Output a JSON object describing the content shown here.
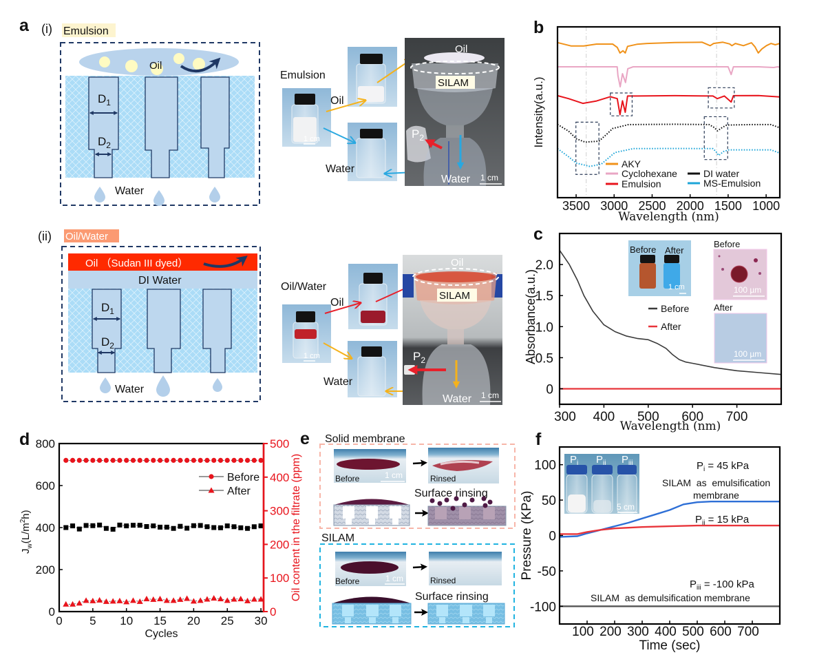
{
  "colors": {
    "navy": "#1f3864",
    "membrane_blue": "#abdcf7",
    "pore_fill": "#bdd7ee",
    "oil_yellow": "#fffbc2",
    "emulsion_tag": "#fdf4cf",
    "oilwater_tag": "#fb9a72",
    "sudan_red": "#ff2a00",
    "arrow_orange": "#f5b21b",
    "arrow_blue": "#29a8e0",
    "arrow_red": "#e8202a",
    "solid_box": "#f7b5a8",
    "silam_box": "#1fb3e0"
  },
  "panels": {
    "a": {
      "label": "a",
      "i": {
        "label": "(i)",
        "tag": "Emulsion",
        "diagram": {
          "oil": "Oil",
          "d_symbol": "D",
          "d1_sub": "1",
          "d2_sub": "2",
          "water": "Water"
        },
        "photos": {
          "feed": "Emulsion",
          "oil": "Oil",
          "water": "Water",
          "scale_bar": "1 cm",
          "setup": {
            "oil": "Oil",
            "membrane": "SILAM",
            "pressure_symbol": "P",
            "pressure_sub": "2",
            "water": "Water",
            "scale_bar": "1 cm"
          }
        }
      },
      "ii": {
        "label": "(ii)",
        "tag": "Oil/Water",
        "diagram": {
          "oil": "Oil （Sudan III dyed）",
          "di_water": "DI Water",
          "d_symbol": "D",
          "d1_sub": "1",
          "d2_sub": "2",
          "water": "Water"
        },
        "photos": {
          "feed": "Oil/Water",
          "oil": "Oil",
          "water": "Water",
          "scale_bar": "1 cm",
          "setup": {
            "oil": "Oil",
            "membrane": "SILAM",
            "pressure_symbol": "P",
            "pressure_sub": "2",
            "water": "Water",
            "scale_bar": "1 cm"
          }
        }
      }
    },
    "c_insets": {
      "vials": {
        "before": "Before",
        "after": "After",
        "scale_bar": "1 cm"
      },
      "micrograph_before": {
        "label": "Before",
        "scale_bar": "100 µm"
      },
      "micrograph_after": {
        "label": "After",
        "scale_bar": "100 µm"
      }
    },
    "e": {
      "label": "e",
      "solid": {
        "title": "Solid membrane",
        "before": "Before",
        "rinsed": "Rinsed",
        "scale_bar": "1 cm",
        "process": "Surface rinsing"
      },
      "silam": {
        "title": "SILAM",
        "before": "Before",
        "rinsed": "Rinsed",
        "scale_bar": "1 cm",
        "process": "Surface rinsing"
      }
    },
    "f_inset": {
      "symbol": "P",
      "subs": [
        "i",
        "ii",
        "iii"
      ],
      "scale_bar": "5 cm"
    }
  },
  "chart_data": [
    {
      "panel_label": "b",
      "type": "line",
      "title": "",
      "xlabel": "Wavelength (nm)",
      "ylabel": "Intensity(a.u.)",
      "xlim": [
        3745,
        820
      ],
      "ylim": [
        0,
        10
      ],
      "x_reversed": true,
      "xticks": [
        3500,
        3000,
        2500,
        2000,
        1500,
        1000
      ],
      "yticks": [],
      "grid": false,
      "reference_lines_x": [
        3367,
        1652
      ],
      "legend": {
        "position": "bottom-center",
        "columns": 2
      },
      "series": [
        {
          "name": "AKY",
          "color": "#f0921a",
          "style": "solid",
          "points": [
            [
              3745,
              9.08
            ],
            [
              3563,
              8.88
            ],
            [
              3400,
              8.88
            ],
            [
              3231,
              8.99
            ],
            [
              3020,
              8.99
            ],
            [
              2959,
              8.8
            ],
            [
              2923,
              8.47
            ],
            [
              2884,
              8.6
            ],
            [
              2854,
              8.47
            ],
            [
              2823,
              8.86
            ],
            [
              2700,
              8.98
            ],
            [
              2567,
              9.03
            ],
            [
              2200,
              9.08
            ],
            [
              1842,
              9.1
            ],
            [
              1736,
              8.9
            ],
            [
              1691,
              9.03
            ],
            [
              1570,
              9.1
            ],
            [
              1480,
              9.0
            ],
            [
              1450,
              8.9
            ],
            [
              1405,
              9.03
            ],
            [
              1299,
              8.9
            ],
            [
              1193,
              9.07
            ],
            [
              1148,
              8.84
            ],
            [
              1103,
              8.47
            ],
            [
              1057,
              8.7
            ],
            [
              997,
              8.9
            ],
            [
              937,
              9.03
            ],
            [
              880,
              8.95
            ],
            [
              820,
              9.03
            ]
          ]
        },
        {
          "name": "Cyclohexane",
          "color": "#e9a6c4",
          "style": "solid",
          "points": [
            [
              3745,
              7.66
            ],
            [
              3300,
              7.66
            ],
            [
              2960,
              7.66
            ],
            [
              2950,
              7.14
            ],
            [
              2920,
              6.49
            ],
            [
              2890,
              7.26
            ],
            [
              2850,
              6.74
            ],
            [
              2820,
              7.55
            ],
            [
              2750,
              7.66
            ],
            [
              2000,
              7.66
            ],
            [
              1500,
              7.66
            ],
            [
              1460,
              7.21
            ],
            [
              1430,
              7.66
            ],
            [
              1100,
              7.66
            ],
            [
              900,
              7.62
            ],
            [
              850,
              7.66
            ],
            [
              820,
              7.64
            ]
          ]
        },
        {
          "name": "Emulsion",
          "color": "#e8141c",
          "style": "solid",
          "points": [
            [
              3745,
              5.97
            ],
            [
              3600,
              5.8
            ],
            [
              3412,
              5.52
            ],
            [
              3231,
              5.66
            ],
            [
              3050,
              5.91
            ],
            [
              2959,
              5.8
            ],
            [
              2923,
              4.86
            ],
            [
              2890,
              5.67
            ],
            [
              2854,
              5.0
            ],
            [
              2823,
              5.95
            ],
            [
              2700,
              5.95
            ],
            [
              2200,
              5.97
            ],
            [
              1700,
              5.95
            ],
            [
              1642,
              5.8
            ],
            [
              1550,
              5.95
            ],
            [
              1460,
              5.6
            ],
            [
              1430,
              5.97
            ],
            [
              1100,
              5.98
            ],
            [
              820,
              5.9
            ]
          ]
        },
        {
          "name": "DI water",
          "color": "#111111",
          "style": "dotted",
          "points": [
            [
              3745,
              4.29
            ],
            [
              3600,
              3.9
            ],
            [
              3500,
              3.45
            ],
            [
              3380,
              3.25
            ],
            [
              3200,
              3.31
            ],
            [
              3100,
              3.7
            ],
            [
              3020,
              4.05
            ],
            [
              2810,
              4.28
            ],
            [
              2200,
              4.3
            ],
            [
              1750,
              4.28
            ],
            [
              1680,
              4.1
            ],
            [
              1640,
              3.91
            ],
            [
              1580,
              4.1
            ],
            [
              1520,
              4.25
            ],
            [
              1200,
              4.28
            ],
            [
              937,
              4.28
            ],
            [
              820,
              4.09
            ]
          ]
        },
        {
          "name": "MS-Emulsion",
          "color": "#1ea5d8",
          "style": "dotted",
          "points": [
            [
              3745,
              2.87
            ],
            [
              3600,
              2.4
            ],
            [
              3500,
              2.03
            ],
            [
              3320,
              1.83
            ],
            [
              3170,
              1.96
            ],
            [
              2990,
              2.64
            ],
            [
              2750,
              2.87
            ],
            [
              2200,
              2.88
            ],
            [
              1700,
              2.87
            ],
            [
              1660,
              2.7
            ],
            [
              1625,
              2.47
            ],
            [
              1560,
              2.7
            ],
            [
              1490,
              2.8
            ],
            [
              1200,
              2.8
            ],
            [
              937,
              2.8
            ],
            [
              833,
              2.63
            ]
          ]
        }
      ],
      "highlight_boxes": [
        {
          "x": [
            3050,
            2763
          ],
          "y": [
            6.13,
            4.79
          ]
        },
        {
          "x": [
            1761,
            1419
          ],
          "y": [
            6.44,
            5.25
          ]
        },
        {
          "x": [
            3503,
            3200
          ],
          "y": [
            4.42,
            1.36
          ]
        },
        {
          "x": [
            1814,
            1506
          ],
          "y": [
            4.74,
            2.23
          ]
        }
      ]
    },
    {
      "panel_label": "c",
      "type": "line",
      "title": "",
      "xlabel": "Wavelength (nm)",
      "ylabel": "Absorbance(a.u.)",
      "xlim": [
        300,
        800
      ],
      "ylim": [
        -0.25,
        2.5
      ],
      "xticks": [
        300,
        400,
        500,
        600,
        700
      ],
      "yticks": [
        0,
        0.5,
        1.0,
        1.5,
        2.0
      ],
      "ytick_labels": [
        "0",
        "0.5",
        "1.0",
        "1.5",
        "2.0"
      ],
      "grid": false,
      "legend": {
        "position": "top-center"
      },
      "series": [
        {
          "name": "Before",
          "color": "#3a3a3a",
          "points": [
            [
              300,
              2.23
            ],
            [
              322,
              2.0
            ],
            [
              340,
              1.75
            ],
            [
              355,
              1.5
            ],
            [
              375,
              1.25
            ],
            [
              400,
              1.03
            ],
            [
              425,
              0.92
            ],
            [
              450,
              0.85
            ],
            [
              475,
              0.81
            ],
            [
              500,
              0.79
            ],
            [
              520,
              0.73
            ],
            [
              540,
              0.65
            ],
            [
              555,
              0.55
            ],
            [
              570,
              0.47
            ],
            [
              585,
              0.43
            ],
            [
              600,
              0.41
            ],
            [
              650,
              0.34
            ],
            [
              700,
              0.29
            ],
            [
              750,
              0.26
            ],
            [
              800,
              0.23
            ]
          ]
        },
        {
          "name": "After",
          "color": "#e8343a",
          "points": [
            [
              300,
              0
            ],
            [
              800,
              0
            ]
          ]
        }
      ]
    },
    {
      "panel_label": "d",
      "type": "scatter",
      "title": "",
      "xlabel": "Cycles",
      "ylabel": {
        "base": "J",
        "sub": "w",
        "unit_pre": "(L/m",
        "unit_sup": "2",
        "unit_post": "h)"
      },
      "ylabel_right": "Oil content in the filtrate (ppm)",
      "xlim": [
        0,
        30.4
      ],
      "ylim": [
        0,
        800
      ],
      "ylim_right": [
        0,
        500
      ],
      "xticks": [
        0,
        5,
        10,
        15,
        20,
        25,
        30
      ],
      "yticks": [
        0,
        200,
        400,
        600,
        800
      ],
      "yticks_right": [
        0,
        100,
        200,
        300,
        400,
        500
      ],
      "right_axis_color": "#e8141c",
      "legend": {
        "position": "top-right"
      },
      "x": [
        1,
        2,
        3,
        4,
        5,
        6,
        7,
        8,
        9,
        10,
        11,
        12,
        13,
        14,
        15,
        16,
        17,
        18,
        19,
        20,
        21,
        22,
        23,
        24,
        25,
        26,
        27,
        28,
        29,
        30
      ],
      "series": [
        {
          "name": "Jw",
          "axis": "left",
          "marker": "square",
          "color": "#000000",
          "values": [
            400,
            408,
            393,
            410,
            409,
            412,
            396,
            392,
            412,
            408,
            411,
            411,
            405,
            408,
            402,
            402,
            396,
            406,
            397,
            409,
            410,
            404,
            400,
            399,
            408,
            404,
            399,
            396,
            404,
            408
          ]
        },
        {
          "name": "Before",
          "axis": "right",
          "marker": "circle",
          "color": "#e8141c",
          "values": [
            450,
            450,
            450,
            450,
            450,
            450,
            450,
            450,
            450,
            450,
            450,
            450,
            450,
            450,
            450,
            450,
            450,
            450,
            450,
            450,
            450,
            450,
            450,
            450,
            450,
            450,
            450,
            450,
            450,
            450
          ]
        },
        {
          "name": "After",
          "axis": "right",
          "marker": "triangle",
          "color": "#e8141c",
          "values": [
            22,
            22,
            25,
            33,
            32,
            34,
            30,
            31,
            32,
            29,
            33,
            30,
            38,
            36,
            38,
            33,
            33,
            36,
            39,
            31,
            33,
            37,
            40,
            38,
            33,
            37,
            38,
            32,
            37,
            37
          ]
        }
      ]
    },
    {
      "panel_label": "f",
      "type": "line",
      "title": "",
      "xlabel": "Time (sec)",
      "ylabel": "Pressure (KPa)",
      "xlim": [
        0,
        800
      ],
      "ylim": [
        -125,
        125
      ],
      "xticks": [
        100,
        200,
        300,
        400,
        500,
        600,
        700
      ],
      "yticks": [
        100,
        50,
        0,
        -50,
        -100
      ],
      "grid": false,
      "series": [
        {
          "name": "Pi",
          "color": "#2e6fd6",
          "points": [
            [
              0,
              -2
            ],
            [
              65,
              -1
            ],
            [
              100,
              3
            ],
            [
              150,
              8
            ],
            [
              200,
              13
            ],
            [
              250,
              18
            ],
            [
              300,
              24
            ],
            [
              350,
              30
            ],
            [
              400,
              36
            ],
            [
              450,
              44
            ],
            [
              500,
              47
            ],
            [
              550,
              48
            ],
            [
              800,
              48
            ]
          ]
        },
        {
          "name": "Pii",
          "color": "#e8343a",
          "points": [
            [
              0,
              2
            ],
            [
              65,
              2
            ],
            [
              100,
              5
            ],
            [
              150,
              8
            ],
            [
              200,
              10
            ],
            [
              250,
              11
            ],
            [
              300,
              12
            ],
            [
              400,
              13
            ],
            [
              500,
              14
            ],
            [
              800,
              14
            ]
          ]
        },
        {
          "name": "Piii",
          "color": "#555555",
          "points": [
            [
              0,
              -100
            ],
            [
              800,
              -100
            ]
          ]
        }
      ],
      "annotations": [
        {
          "symbol": "P",
          "sub": "i",
          "text": " = 45 kPa"
        },
        {
          "text": "SILAM  as  emulsification"
        },
        {
          "text": "membrane"
        },
        {
          "symbol": "P",
          "sub": "ii",
          "text": " = 15 kPa"
        },
        {
          "symbol": "P",
          "sub": "iii",
          "text": " = -100 kPa"
        },
        {
          "text": "SILAM  as demulsification membrane"
        }
      ]
    }
  ]
}
